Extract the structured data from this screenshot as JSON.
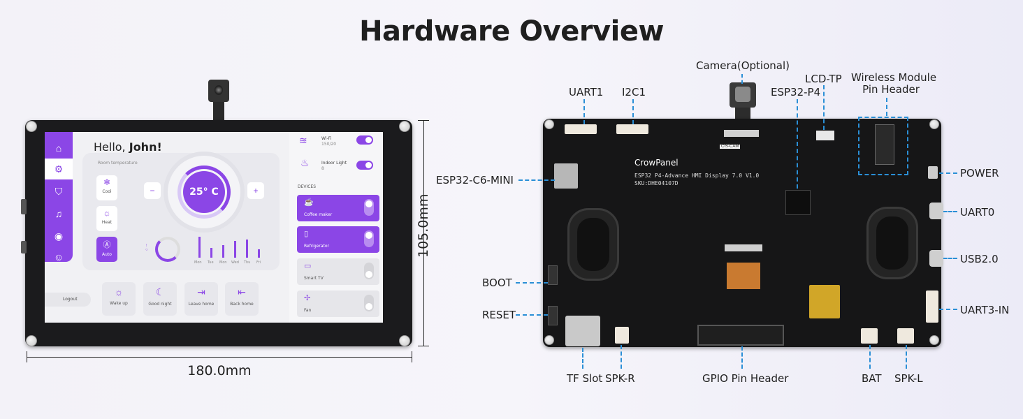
{
  "title": "Hardware Overview",
  "dimensions": {
    "width": "180.0mm",
    "height": "105.0mm"
  },
  "screen_ui": {
    "greeting_prefix": "Hello,",
    "greeting_name": "John!",
    "room_temperature_label": "Room temperature",
    "temperature": "25° C",
    "minus": "−",
    "plus": "+",
    "modes": [
      "Cool",
      "Heat",
      "Auto"
    ],
    "days": [
      "Mon",
      "Tue",
      "Mon",
      "Wed",
      "Thu",
      "Fri"
    ],
    "scenes": [
      "Wake up",
      "Good night",
      "Leave home",
      "Back home"
    ],
    "logout": "Logout",
    "wifi_label": "Wi-Fi",
    "wifi_value": "150/20",
    "indoor_light_label": "Indoor Light",
    "indoor_light_value": "8",
    "devices_header": "DEVICES",
    "devices": [
      "Coffee maker",
      "Refrigerator",
      "Smart TV",
      "Fan"
    ]
  },
  "board_text": {
    "brand": "CrowPanel",
    "model": "ESP32 P4-Advance HMI Display 7.0 V1.0",
    "sku": "SKU:DHE04107D"
  },
  "labels": {
    "camera": "Camera(Optional)",
    "uart1": "UART1",
    "i2c1": "I2C1",
    "esp32_p4": "ESP32-P4",
    "lcd_tp": "LCD-TP",
    "wireless_line1": "Wireless Module",
    "wireless_line2": "Pin Header",
    "esp32_c6": "ESP32-C6-MINI",
    "power": "POWER",
    "uart0": "UART0",
    "usb20": "USB2.0",
    "uart3": "UART3-IN",
    "boot": "BOOT",
    "reset": "RESET",
    "tf_slot": "TF Slot",
    "spk_r": "SPK-R",
    "gpio": "GPIO Pin Header",
    "bat": "BAT",
    "spk_l": "SPK-L"
  },
  "colors": {
    "accent": "#8b46e6",
    "callout": "#2a8fd6"
  }
}
